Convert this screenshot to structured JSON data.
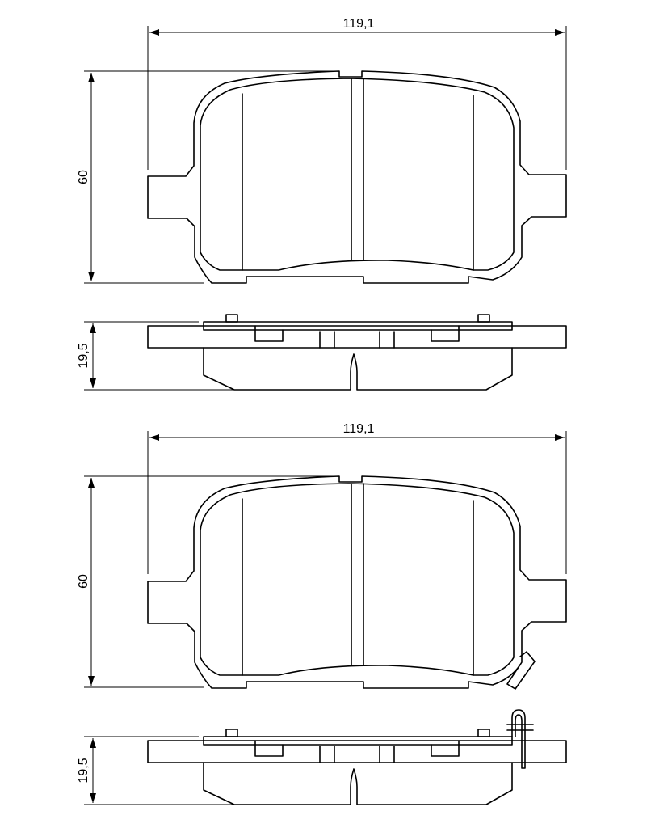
{
  "top_pad": {
    "width_label": "119,1",
    "height_label": "60",
    "thickness_label": "19,5"
  },
  "bottom_pad": {
    "width_label": "119,1",
    "height_label": "60",
    "thickness_label": "19,5"
  }
}
